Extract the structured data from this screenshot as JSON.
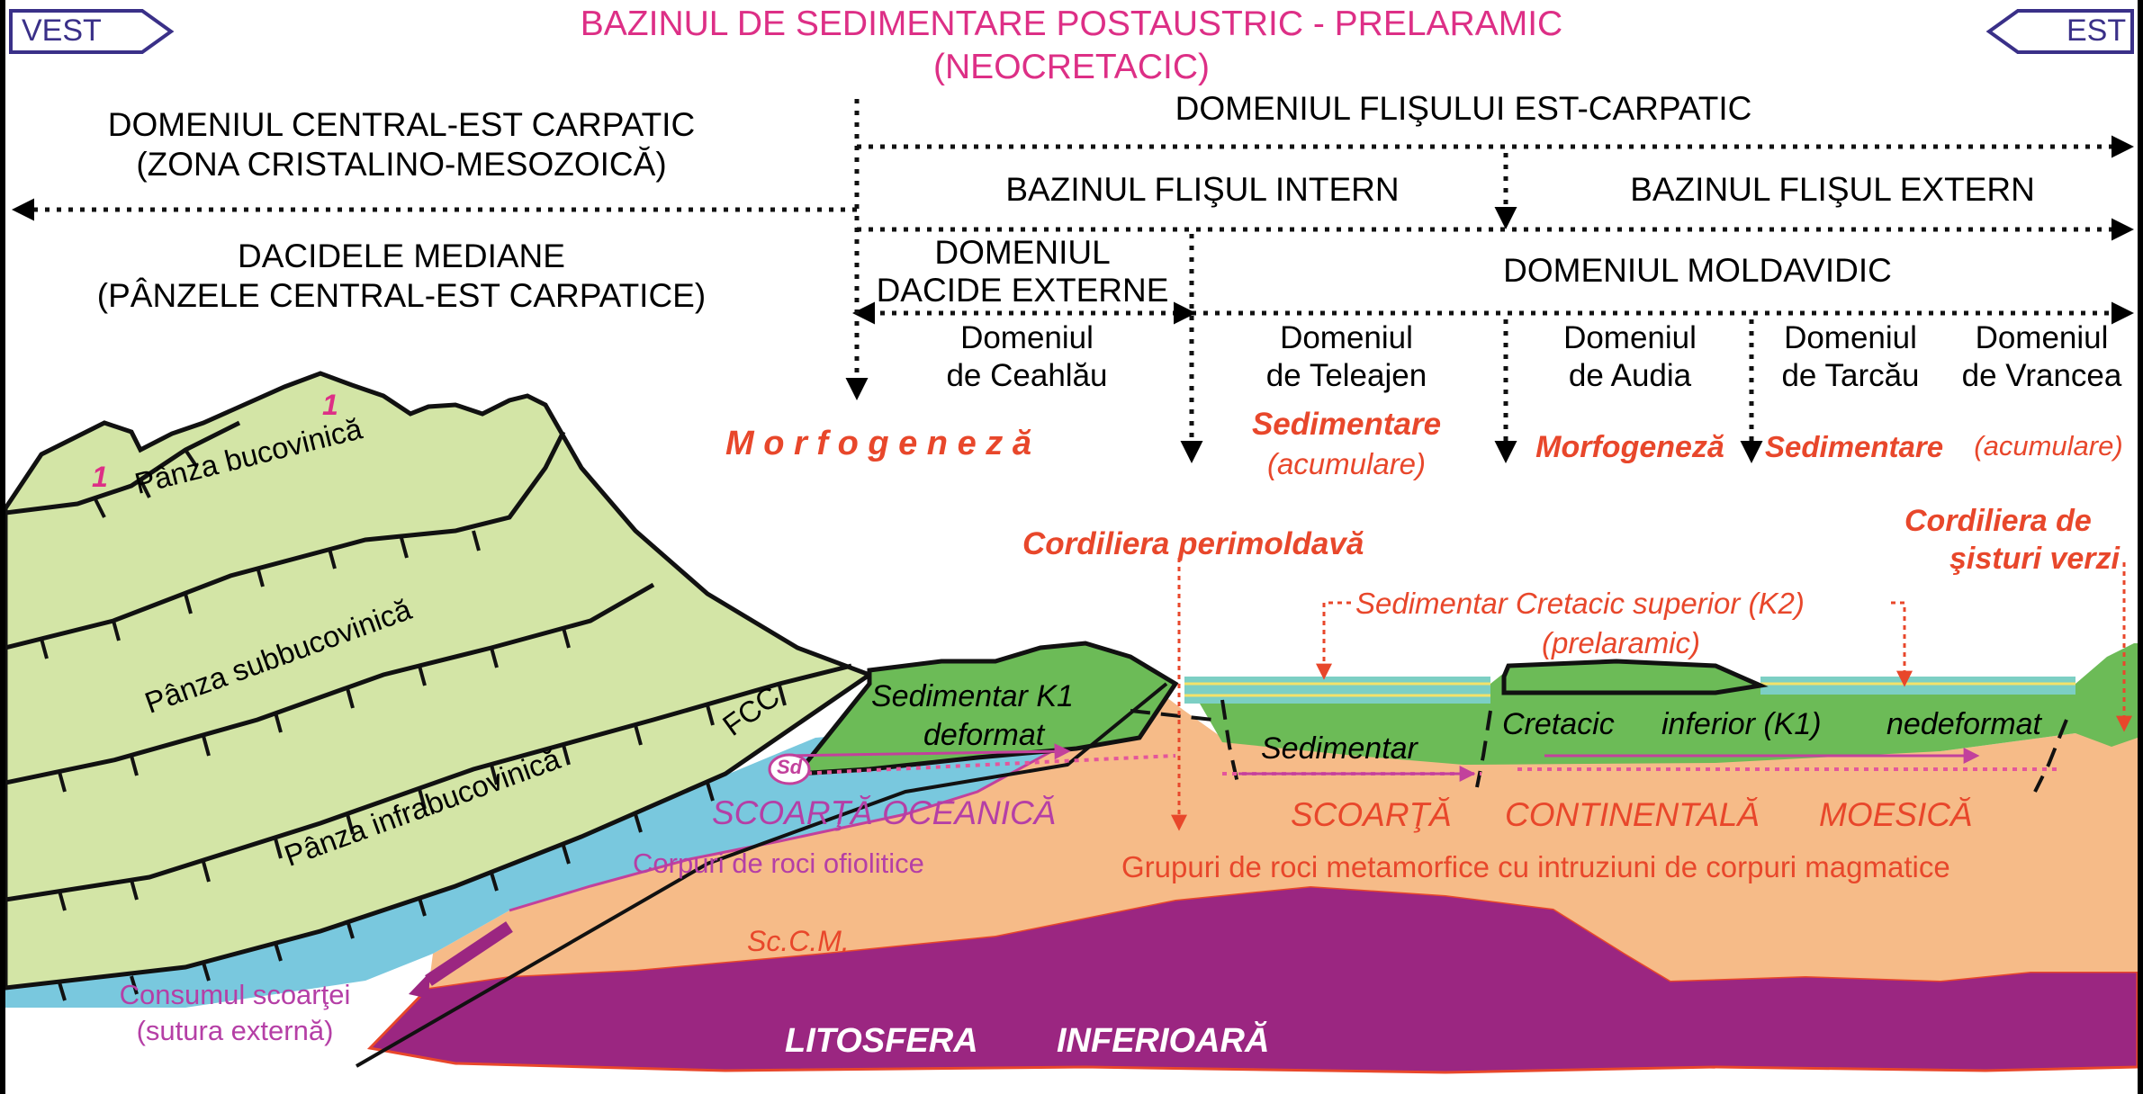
{
  "direction": {
    "west": "VEST",
    "east": "EST"
  },
  "title": {
    "line1": "BAZINUL DE SEDIMENTARE POSTAUSTRIC - PRELARAMIC",
    "line2": "(NEOCRETACIC)"
  },
  "domains": {
    "central_east_line1": "DOMENIUL CENTRAL-EST CARPATIC",
    "central_east_line2": "(ZONA CRISTALINO-MESOZOICĂ)",
    "flysch": "DOMENIUL FLIŞULUI EST-CARPATIC",
    "inner_flysch": "BAZINUL FLIŞUL INTERN",
    "outer_flysch": "BAZINUL FLIŞUL EXTERN",
    "median_dacides_line1": "DACIDELE MEDIANE",
    "median_dacides_line2": "(PÂNZELE CENTRAL-EST CARPATICE)",
    "outer_dacides_line1": "DOMENIUL",
    "outer_dacides_line2": "DACIDE EXTERNE",
    "moldavidic": "DOMENIUL MOLDAVIDIC"
  },
  "subdomains": [
    {
      "line1": "Domeniul",
      "line2": "de Ceahlău"
    },
    {
      "line1": "Domeniul",
      "line2": "de Teleajen"
    },
    {
      "line1": "Domeniul",
      "line2": "de Audia"
    },
    {
      "line1": "Domeniul",
      "line2": "de Tarcău"
    },
    {
      "line1": "Domeniul",
      "line2": "de Vrancea"
    }
  ],
  "processes": {
    "morfogeneza_spaced": "M o r f o g e n e z ă",
    "sed_teleajen": "Sedimentare",
    "acc_teleajen": "(acumulare)",
    "morf_audia": "Morfogeneză",
    "sed_tarcau": "Sedimentare",
    "acc_tarcau": "(acumulare)"
  },
  "nappes": {
    "bucovinian": "Pânza bucovinică",
    "subbucovinian": "Pânza subbucovinică",
    "infrabucovinian": "Pânza infrabucovinică",
    "marker": "1",
    "fcc": "FCC"
  },
  "features": {
    "cordillera_perimoldava": "Cordiliera perimoldavă",
    "cordillera_green_line1": "Cordiliera de",
    "cordillera_green_line2": "şisturi verzi",
    "k2_line1": "Sedimentar Cretacic superior (K2)",
    "k2_line2": "(prelaramic)",
    "k1_deformed_line1": "Sedimentar K1",
    "k1_deformed_line2": "deformat",
    "sd": "Sd",
    "sedimentar": "Sedimentar",
    "cretacic": "Cretacic",
    "inferior": "inferior (K1)",
    "nedeformat": "nedeformat",
    "oceanic_crust": "SCOARŢĂ OCEANICĂ",
    "ophiolites": "Corpuri de roci ofiolitice",
    "crust_word1": "SCOARŢĂ",
    "crust_word2": "CONTINENTALĂ",
    "crust_word3": "MOESICĂ",
    "metamorphic": "Grupuri de roci metamorfice cu intruziuni de corpuri magmatice",
    "sccm": "Sc.C.M.",
    "consumption_line1": "Consumul scoarţei",
    "consumption_line2": "(sutura externă)",
    "lithosphere1": "LITOSFERA",
    "lithosphere2": "INFERIOARĂ"
  },
  "colors": {
    "nappe_green": "#d3e5a6",
    "sediment_green": "#6cbb57",
    "ocean_blue": "#79c8de",
    "continental_orange": "#f6bb88",
    "lithosphere_purple": "#9b2681",
    "title_pink": "#dd2f86",
    "label_red": "#e8472b",
    "tag_violet": "#3a3088"
  }
}
